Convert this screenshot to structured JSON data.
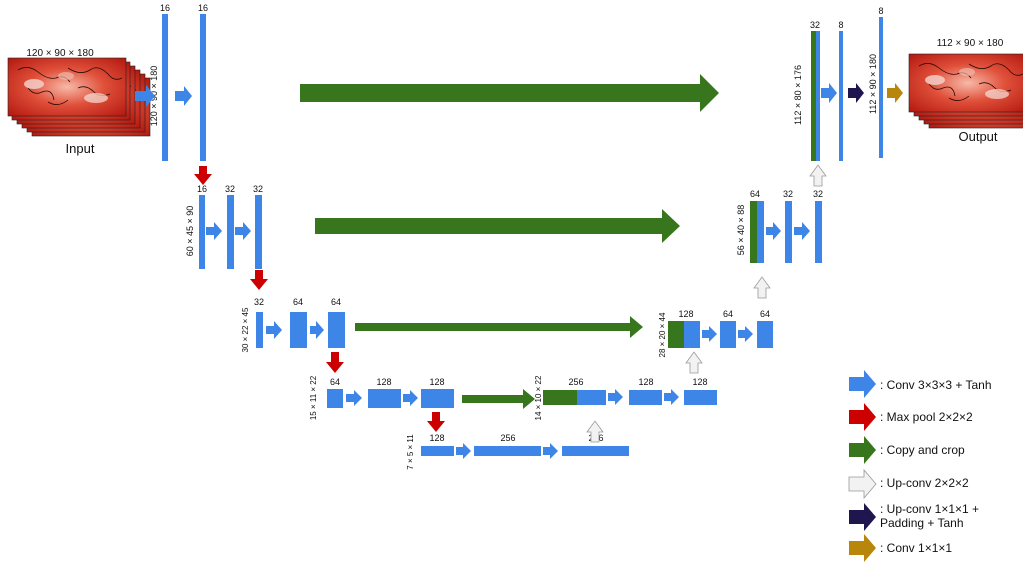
{
  "colors": {
    "block": "#3d85e6",
    "conv_arrow": "#3d85e6",
    "pool_arrow": "#cc0000",
    "copy_arrow": "#38761d",
    "upconv_arrow": "#f2f2f2",
    "upconv1_arrow": "#1f1650",
    "conv1_arrow": "#b8860b",
    "heatmap_base": "#d9331f"
  },
  "input": {
    "label": "Input",
    "dims": "120 × 90 × 180"
  },
  "output": {
    "label": "Output",
    "dims": "112 × 90 × 180"
  },
  "level1": {
    "dims": "120 × 90 × 180",
    "c1": "16",
    "c2": "16"
  },
  "level2": {
    "dims": "60 × 45 × 90",
    "c1": "16",
    "c2": "32",
    "c3": "32"
  },
  "level3": {
    "dims": "30 × 22 × 45",
    "c1": "32",
    "c2": "64",
    "c3": "64"
  },
  "level4": {
    "dims": "15 × 11 × 22",
    "c1": "64",
    "c2": "128",
    "c3": "128"
  },
  "level5": {
    "dims": "7 × 5 × 11",
    "c1": "128",
    "c2": "256",
    "c3": "256"
  },
  "up4": {
    "dims": "14 × 10 × 22",
    "c1": "256",
    "c2": "128",
    "c3": "128"
  },
  "up3": {
    "dims": "28 × 20 × 44",
    "c1": "128",
    "c2": "64",
    "c3": "64"
  },
  "up2": {
    "dims": "56 × 40 × 88",
    "c1": "64",
    "c2": "32",
    "c3": "32"
  },
  "up1": {
    "dims": "112 × 80 × 176",
    "c1": "32",
    "c2": "8"
  },
  "final": {
    "dims": "112 × 90 × 180",
    "c1": "8"
  },
  "legend": [
    {
      "label": ": Conv 3×3×3 + Tanh",
      "icon": "conv-arrow-icon"
    },
    {
      "label": ": Max pool 2×2×2",
      "icon": "maxpool-arrow-icon"
    },
    {
      "label": ": Copy and crop",
      "icon": "copy-crop-arrow-icon"
    },
    {
      "label": ": Up-conv 2×2×2",
      "icon": "upconv-arrow-icon"
    },
    {
      "label": ": Up-conv 1×1×1 +",
      "label2": "Padding + Tanh",
      "icon": "upconv1-arrow-icon"
    },
    {
      "label": ": Conv 1×1×1",
      "icon": "conv1-arrow-icon"
    }
  ]
}
